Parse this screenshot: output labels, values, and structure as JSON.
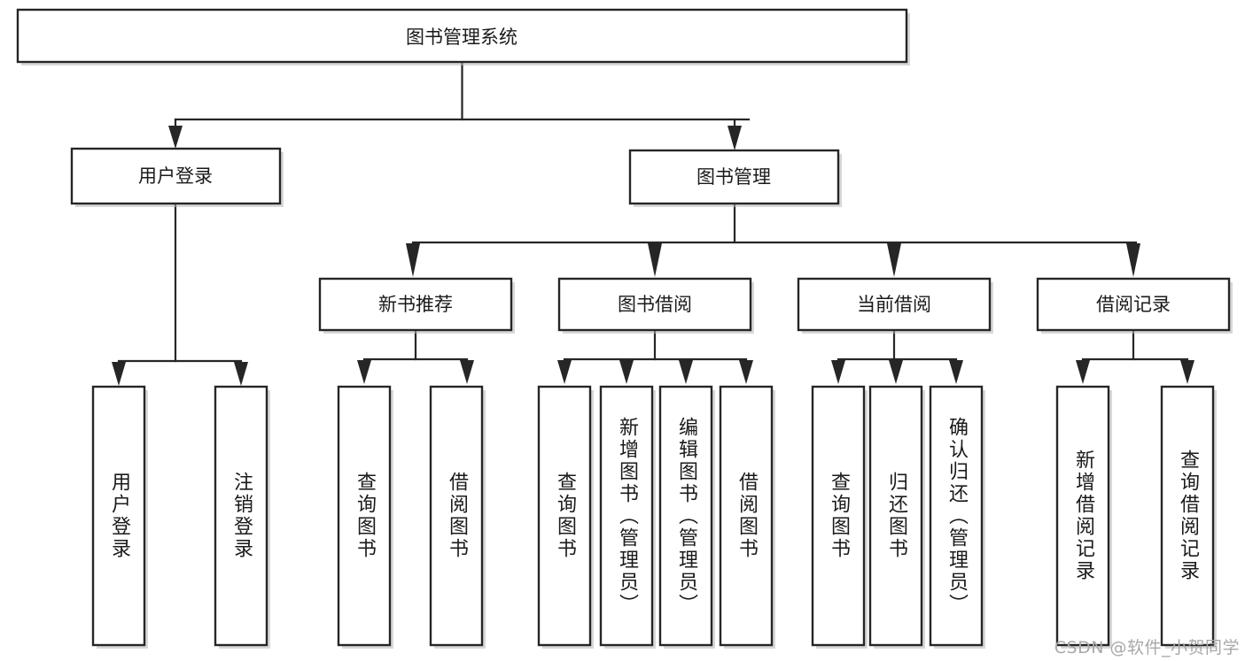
{
  "diagram": {
    "type": "tree-hierarchy",
    "title": "图书管理系统",
    "colors": {
      "box_stroke": "#262626",
      "box_fill": "#ffffff",
      "text": "#1a1a1a",
      "background": "#ffffff",
      "watermark": "#a8a8a8"
    },
    "levels": {
      "root": {
        "label": "图书管理系统"
      },
      "level2": [
        {
          "label": "用户登录"
        },
        {
          "label": "图书管理"
        }
      ],
      "level3": [
        {
          "label": "新书推荐"
        },
        {
          "label": "图书借阅"
        },
        {
          "label": "当前借阅"
        },
        {
          "label": "借阅记录"
        }
      ],
      "leaves": [
        {
          "label": "用户登录",
          "parent": "用户登录"
        },
        {
          "label": "注销登录",
          "parent": "用户登录"
        },
        {
          "label": "查询图书",
          "parent": "新书推荐"
        },
        {
          "label": "借阅图书",
          "parent": "新书推荐"
        },
        {
          "label": "查询图书",
          "parent": "图书借阅"
        },
        {
          "label": "新增图书（管理员）",
          "parent": "图书借阅"
        },
        {
          "label": "编辑图书（管理员）",
          "parent": "图书借阅"
        },
        {
          "label": "借阅图书",
          "parent": "图书借阅"
        },
        {
          "label": "查询图书",
          "parent": "当前借阅"
        },
        {
          "label": "归还图书",
          "parent": "当前借阅"
        },
        {
          "label": "确认归还（管理员）",
          "parent": "当前借阅"
        },
        {
          "label": "新增借阅记录",
          "parent": "借阅记录"
        },
        {
          "label": "查询借阅记录",
          "parent": "借阅记录"
        }
      ]
    }
  },
  "watermark": {
    "text": "CSDN @软件_小贺同学"
  }
}
